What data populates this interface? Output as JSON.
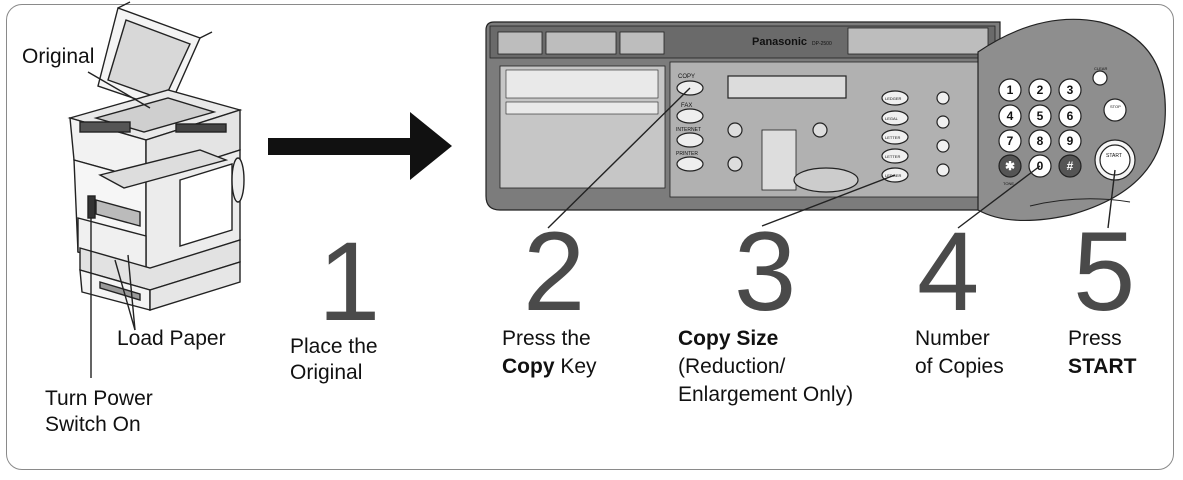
{
  "labels": {
    "original": "Original",
    "load_paper": "Load Paper",
    "turn_power_1": "Turn Power",
    "turn_power_2": "Switch On"
  },
  "panel": {
    "brand": "Panasonic",
    "model": "DP-2500",
    "copy": "COPY",
    "fax": "FAX",
    "internet": "INTERNET",
    "printer": "PRINTER",
    "start": "START",
    "stop": "STOP",
    "clear": "CLEAR",
    "tone": "TONE",
    "paper_sizes": [
      "LEDGER",
      "LEGAL",
      "LETTER",
      "LETTER",
      "LEDGER"
    ],
    "keys": [
      "1",
      "2",
      "3",
      "4",
      "5",
      "6",
      "7",
      "8",
      "9",
      "✱",
      "0",
      "#"
    ]
  },
  "steps": [
    {
      "number": "1",
      "line1": "Place the",
      "line2": "Original"
    },
    {
      "number": "2",
      "line1": "Press the",
      "line2_bold": "Copy",
      "line2_rest": " Key"
    },
    {
      "number": "3",
      "line1_bold": "Copy Size",
      "line2": "(Reduction/",
      "line3": "Enlargement Only)"
    },
    {
      "number": "4",
      "line1": "Number",
      "line2": "of Copies"
    },
    {
      "number": "5",
      "line1": "Press",
      "line2_bold": "START"
    }
  ]
}
